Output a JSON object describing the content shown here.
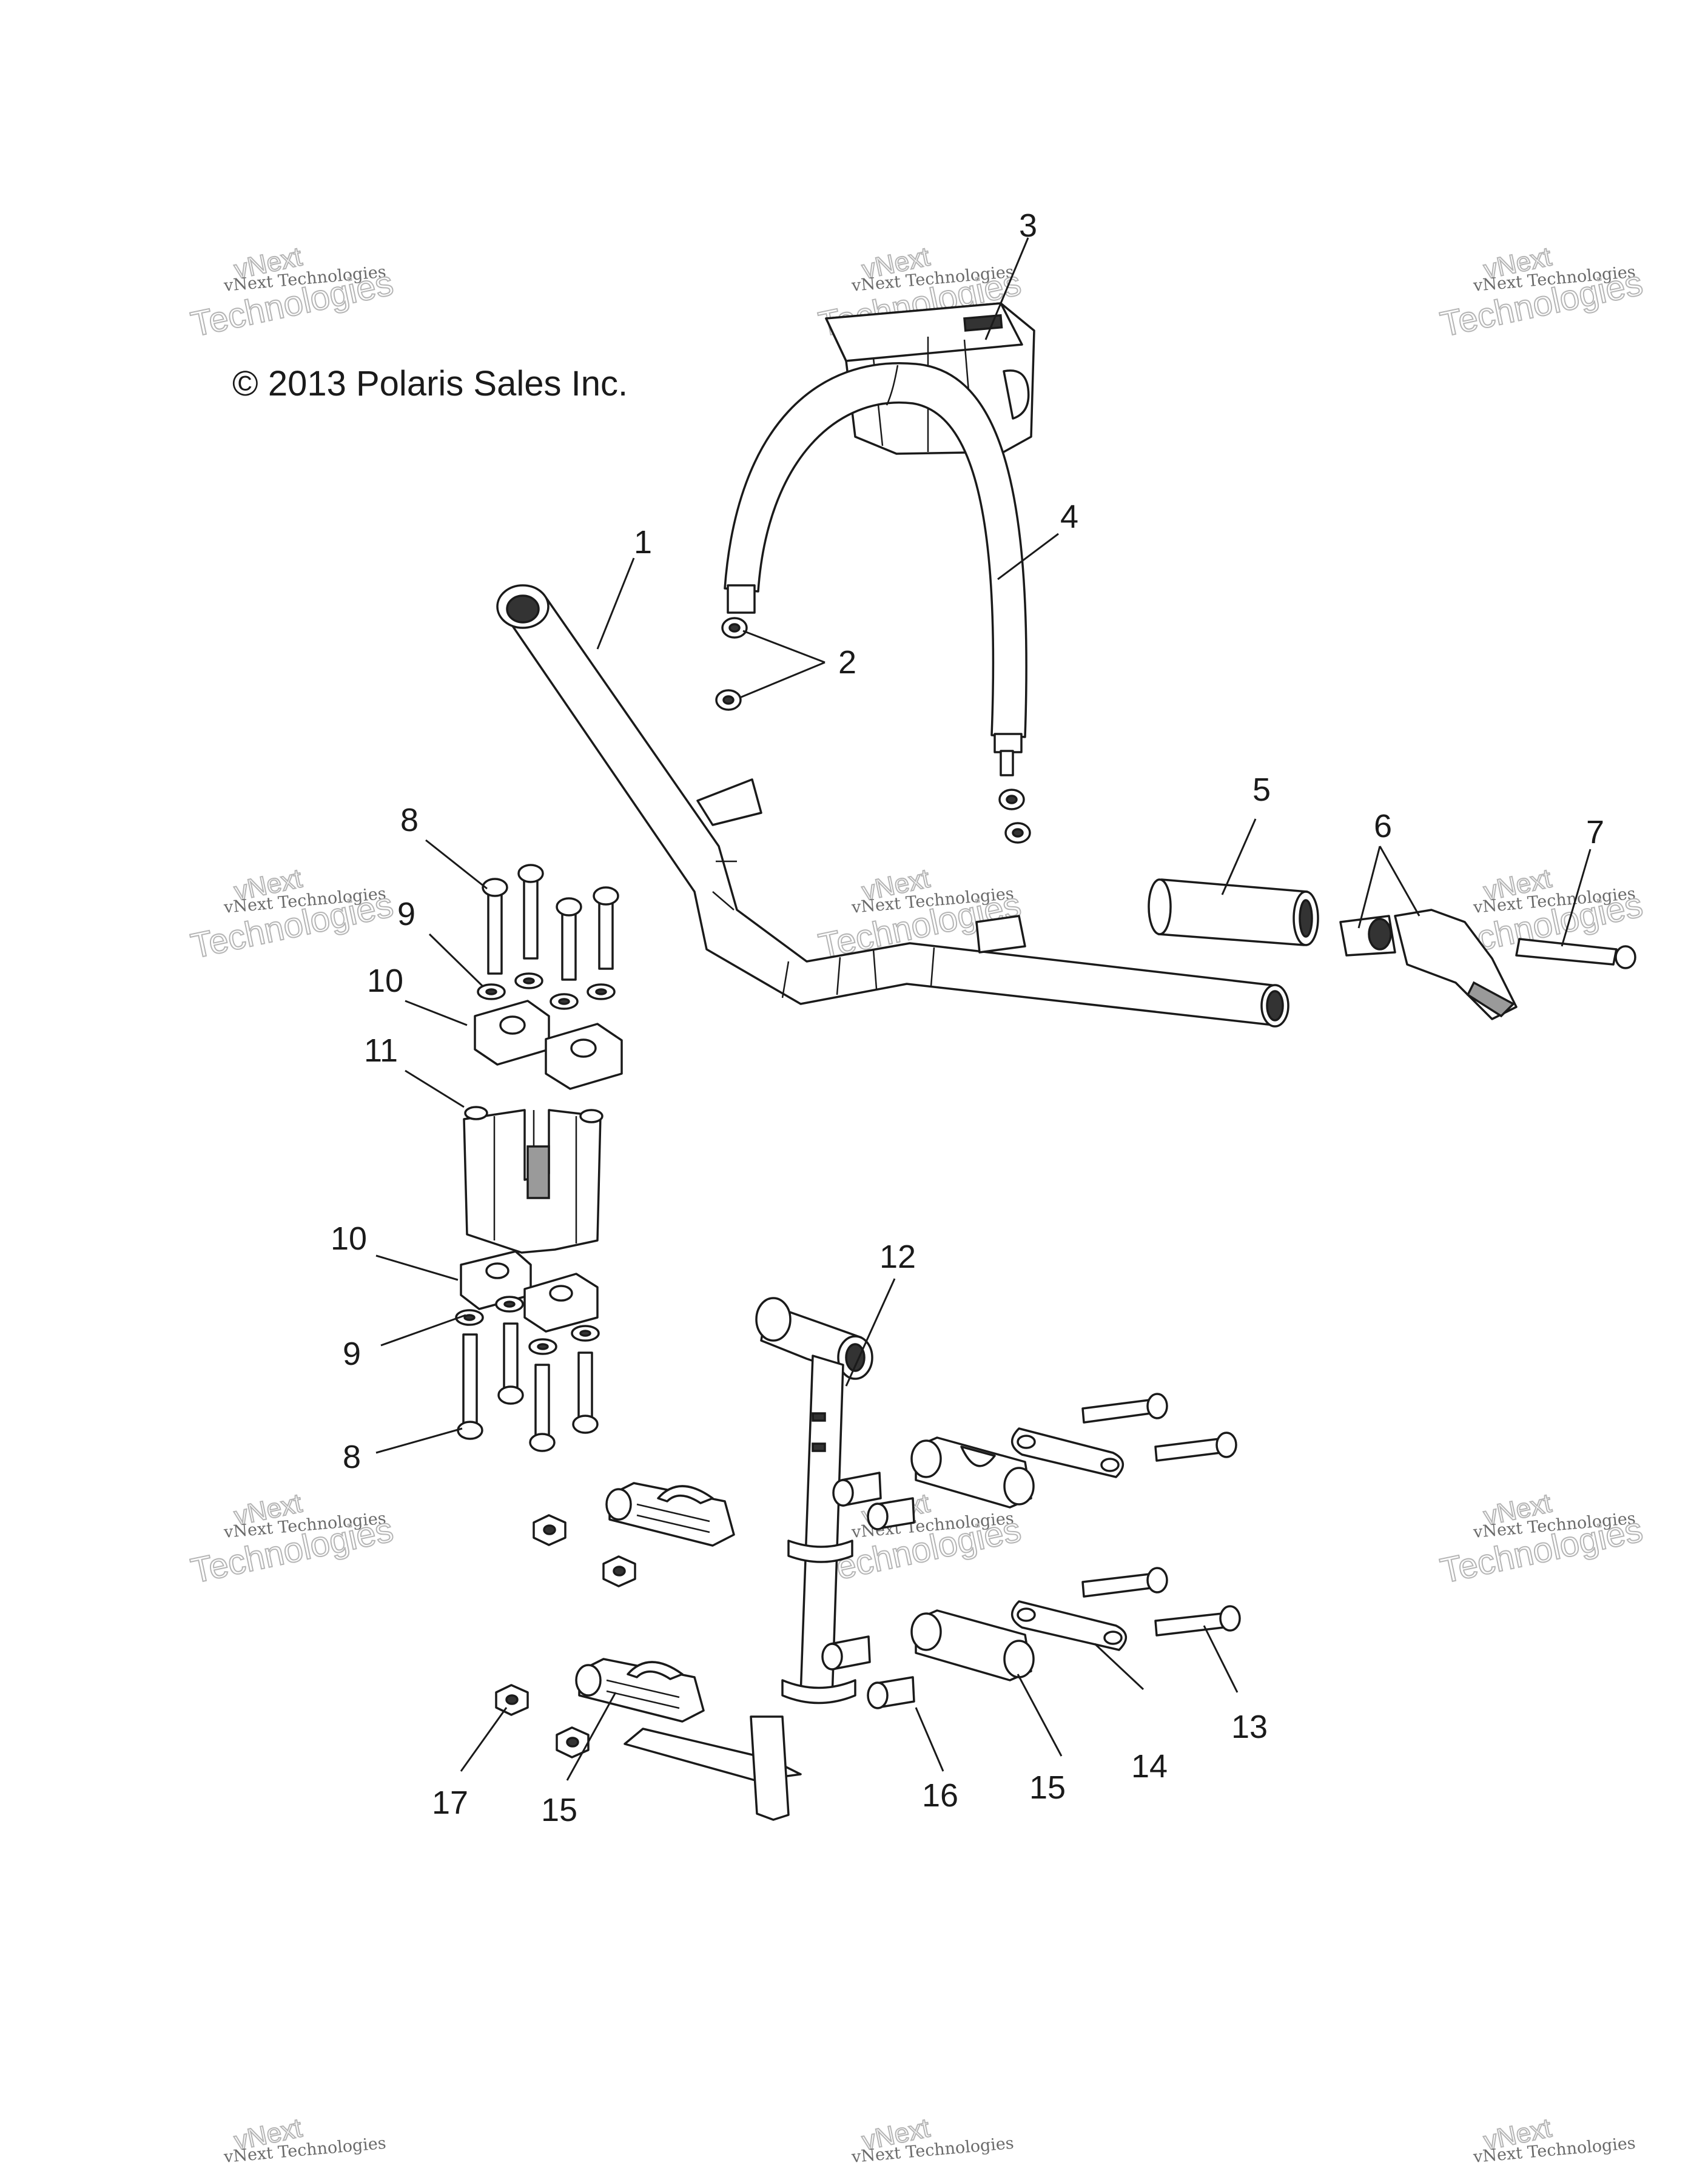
{
  "copyright": "© 2013 Polaris Sales Inc.",
  "watermark": {
    "line1": "vNext",
    "line2": "vNext Technologies",
    "line3": "Technologies"
  },
  "callouts": [
    "1",
    "2",
    "3",
    "4",
    "5",
    "6",
    "7",
    "8",
    "9",
    "10",
    "11",
    "10",
    "9",
    "8",
    "12",
    "13",
    "14",
    "15",
    "16",
    "15",
    "17"
  ]
}
